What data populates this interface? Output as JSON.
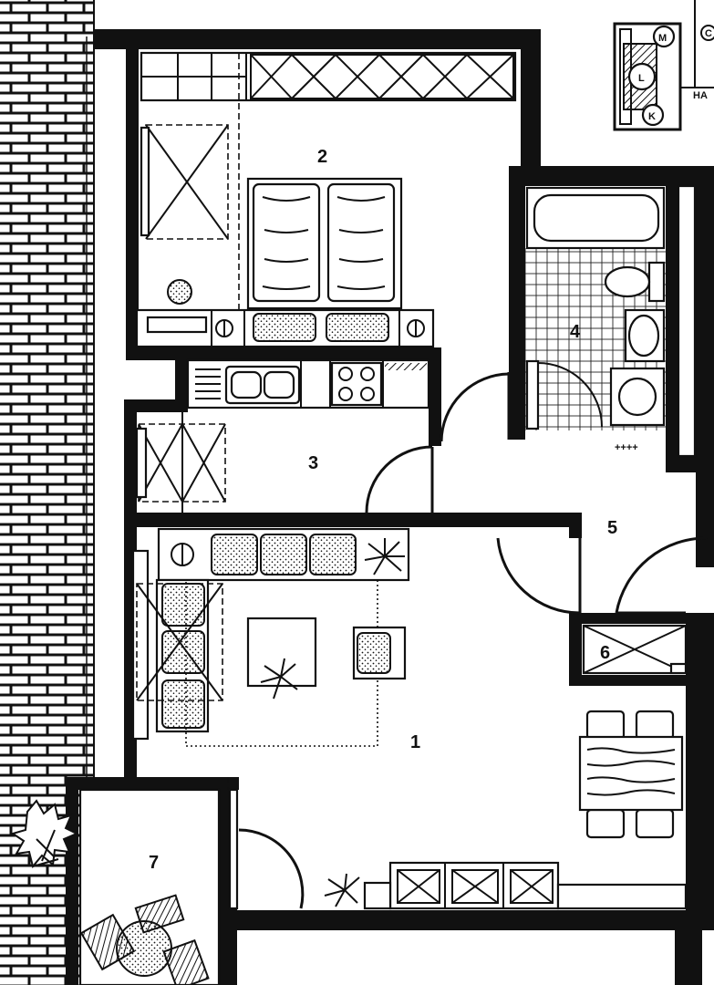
{
  "rooms": {
    "living": "1",
    "bedroom": "2",
    "kitchen": "3",
    "bathroom": "4",
    "hall": "5",
    "storage": "6",
    "balcony": "7"
  },
  "stair_legend": {
    "m": "M",
    "l": "L",
    "k": "K",
    "ha": "HA",
    "corner": "C"
  },
  "bath_marks": "++++"
}
